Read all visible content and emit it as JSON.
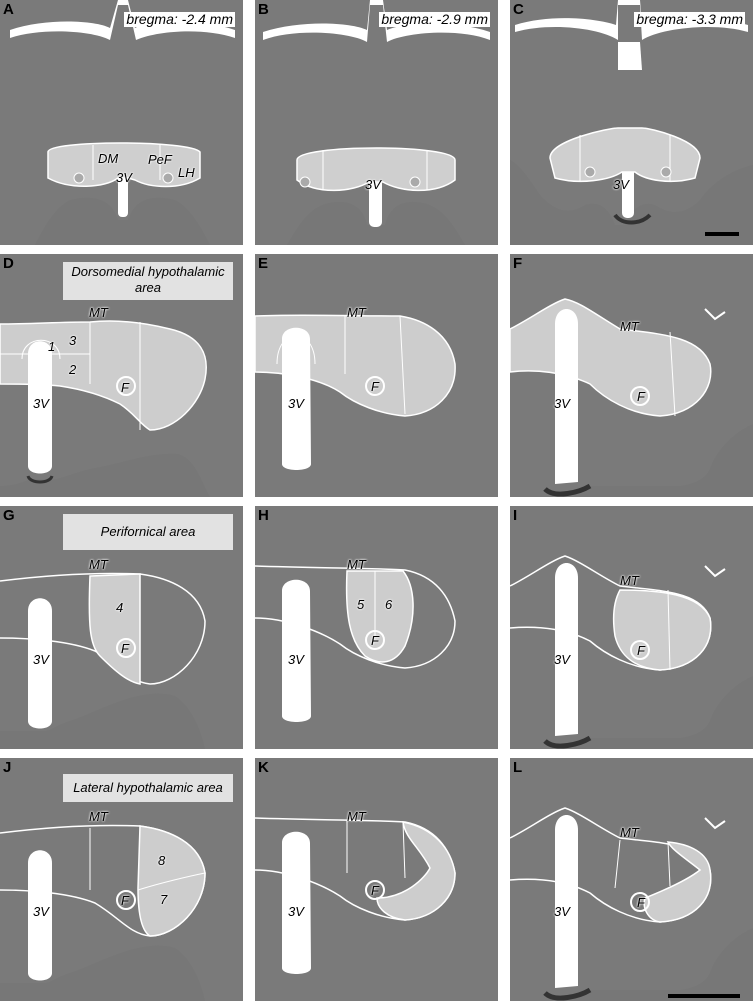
{
  "panels": {
    "A": {
      "letter": "A",
      "bregma": "bregma: -2.4 mm",
      "labels": {
        "dm": "DM",
        "pef": "PeF",
        "v3": "3V",
        "lh": "LH"
      }
    },
    "B": {
      "letter": "B",
      "bregma": "bregma: -2.9 mm",
      "labels": {
        "v3": "3V"
      }
    },
    "C": {
      "letter": "C",
      "bregma": "bregma: -3.3 mm",
      "labels": {
        "v3": "3V"
      }
    },
    "D": {
      "letter": "D",
      "title": "Dorsomedial hypothalamic area",
      "labels": {
        "mt": "MT",
        "v3": "3V",
        "f": "F",
        "n1": "1",
        "n2": "2",
        "n3": "3"
      }
    },
    "E": {
      "letter": "E",
      "labels": {
        "mt": "MT",
        "v3": "3V",
        "f": "F"
      }
    },
    "F": {
      "letter": "F",
      "labels": {
        "mt": "MT",
        "v3": "3V",
        "f": "F"
      }
    },
    "G": {
      "letter": "G",
      "title": "Perifornical area",
      "labels": {
        "mt": "MT",
        "v3": "3V",
        "f": "F",
        "n4": "4"
      }
    },
    "H": {
      "letter": "H",
      "labels": {
        "mt": "MT",
        "v3": "3V",
        "f": "F",
        "n5": "5",
        "n6": "6"
      }
    },
    "I": {
      "letter": "I",
      "labels": {
        "mt": "MT",
        "v3": "3V",
        "f": "F"
      }
    },
    "J": {
      "letter": "J",
      "title": "Lateral hypothalamic area",
      "labels": {
        "mt": "MT",
        "v3": "3V",
        "f": "F",
        "n7": "7",
        "n8": "8"
      }
    },
    "K": {
      "letter": "K",
      "labels": {
        "mt": "MT",
        "v3": "3V",
        "f": "F"
      }
    },
    "L": {
      "letter": "L",
      "labels": {
        "mt": "MT",
        "v3": "3V",
        "f": "F"
      }
    }
  },
  "colors": {
    "tissue": "#777777",
    "tissue_light": "#8a8a8a",
    "outline": "#ffffff",
    "region_fill": "#d6d6d6",
    "title_box": "#e2e2e2",
    "scale_bar": "#000000"
  }
}
